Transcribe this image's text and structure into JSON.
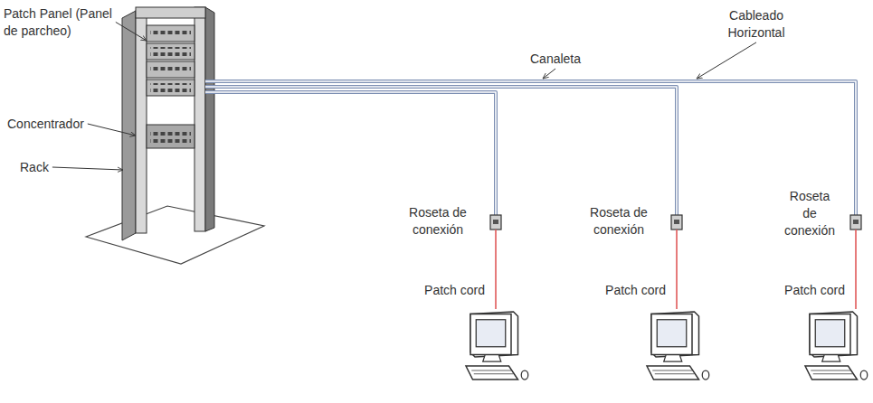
{
  "diagram": {
    "labels": [
      "Patch Panel (Panel de parcheo)",
      "Concentrador",
      "Rack",
      "Canaleta",
      "Cableado Horizontal",
      "Roseta de conexión",
      "Roseta de conexión",
      "Roseta de conexión",
      "Patch cord",
      "Patch cord",
      "Patch cord"
    ]
  }
}
